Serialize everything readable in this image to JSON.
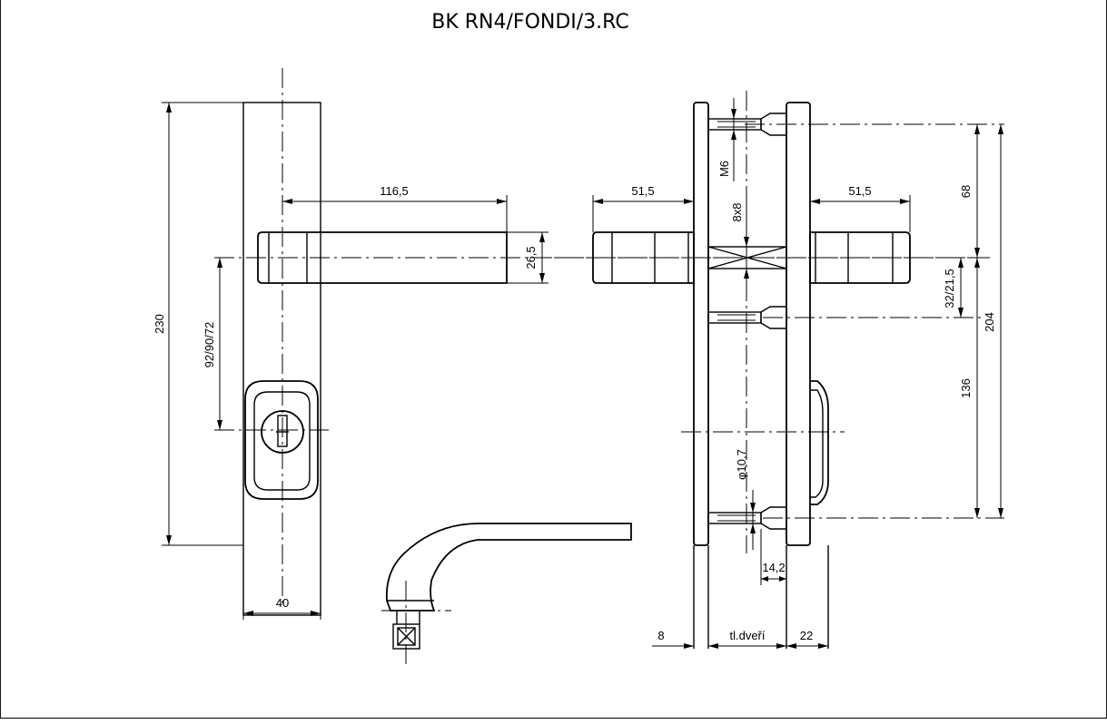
{
  "title": "BK  RN4/FONDI/3.RC",
  "dimensions": {
    "handle_length": "116,5",
    "plate_height": "230",
    "handle_key_distance": "92/90/72",
    "plate_width": "40",
    "handle_thickness": "26,5",
    "knob_length_left": "51,5",
    "knob_length_right": "51,5",
    "screw_thread": "M6",
    "spindle": "8x8",
    "top_screw_distance": "68",
    "screw_offset": "32/21,5",
    "lower_screw_distance": "136",
    "total_screw_distance": "204",
    "bore_diameter": "φ10,7",
    "screw_depth": "14,2",
    "plate_thickness": "8",
    "door_thickness": "tl.dveří",
    "rosette_thickness": "22"
  }
}
